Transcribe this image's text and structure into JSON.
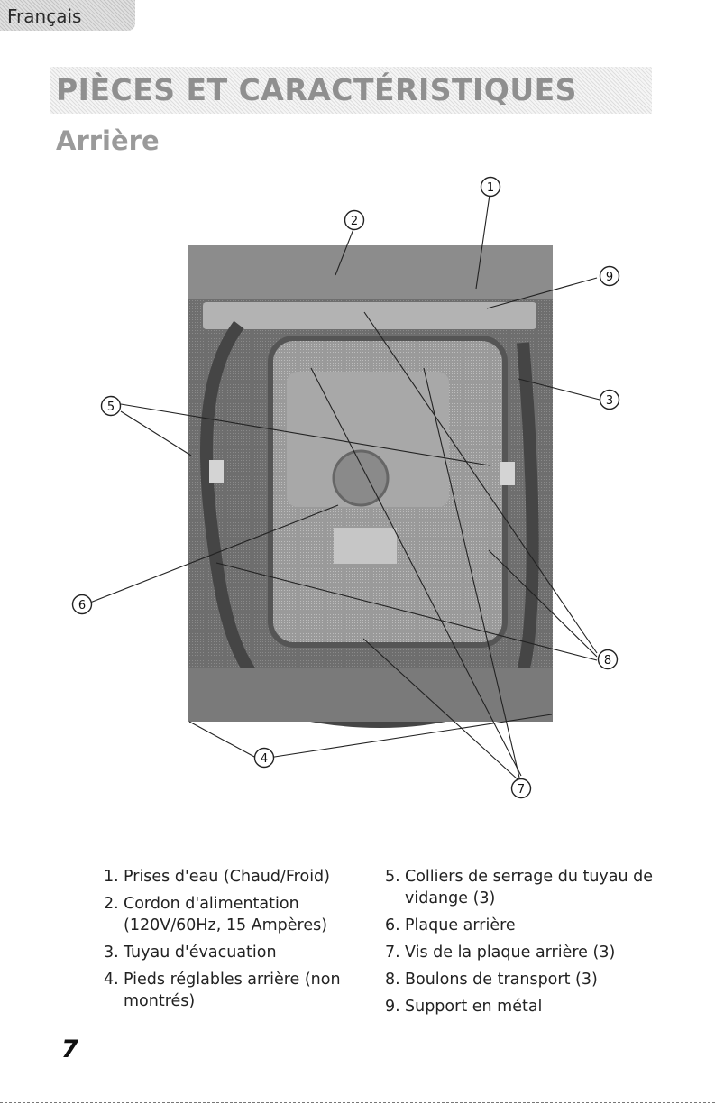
{
  "header": {
    "language_tab": "Français"
  },
  "title": "PIÈCES ET CARACTÉRISTIQUES",
  "subtitle": "Arrière",
  "callouts": [
    "1",
    "2",
    "3",
    "4",
    "5",
    "6",
    "7",
    "8",
    "9"
  ],
  "legend_left": [
    {
      "num": "1.",
      "text": "Prises d'eau (Chaud/Froid)"
    },
    {
      "num": "2.",
      "text": "Cordon d'alimentation (120V/60Hz, 15 Ampères)"
    },
    {
      "num": "3.",
      "text": "Tuyau d'évacuation"
    },
    {
      "num": "4.",
      "text": "Pieds réglables arrière (non montrés)"
    }
  ],
  "legend_right": [
    {
      "num": "5.",
      "text": "Colliers de serrage du tuyau de vidange (3)"
    },
    {
      "num": "6.",
      "text": "Plaque arrière"
    },
    {
      "num": "7.",
      "text": "Vis de la plaque arrière (3)"
    },
    {
      "num": "8.",
      "text": "Boulons de transport (3)"
    },
    {
      "num": "9.",
      "text": "Support en métal"
    }
  ],
  "page_number": "7"
}
